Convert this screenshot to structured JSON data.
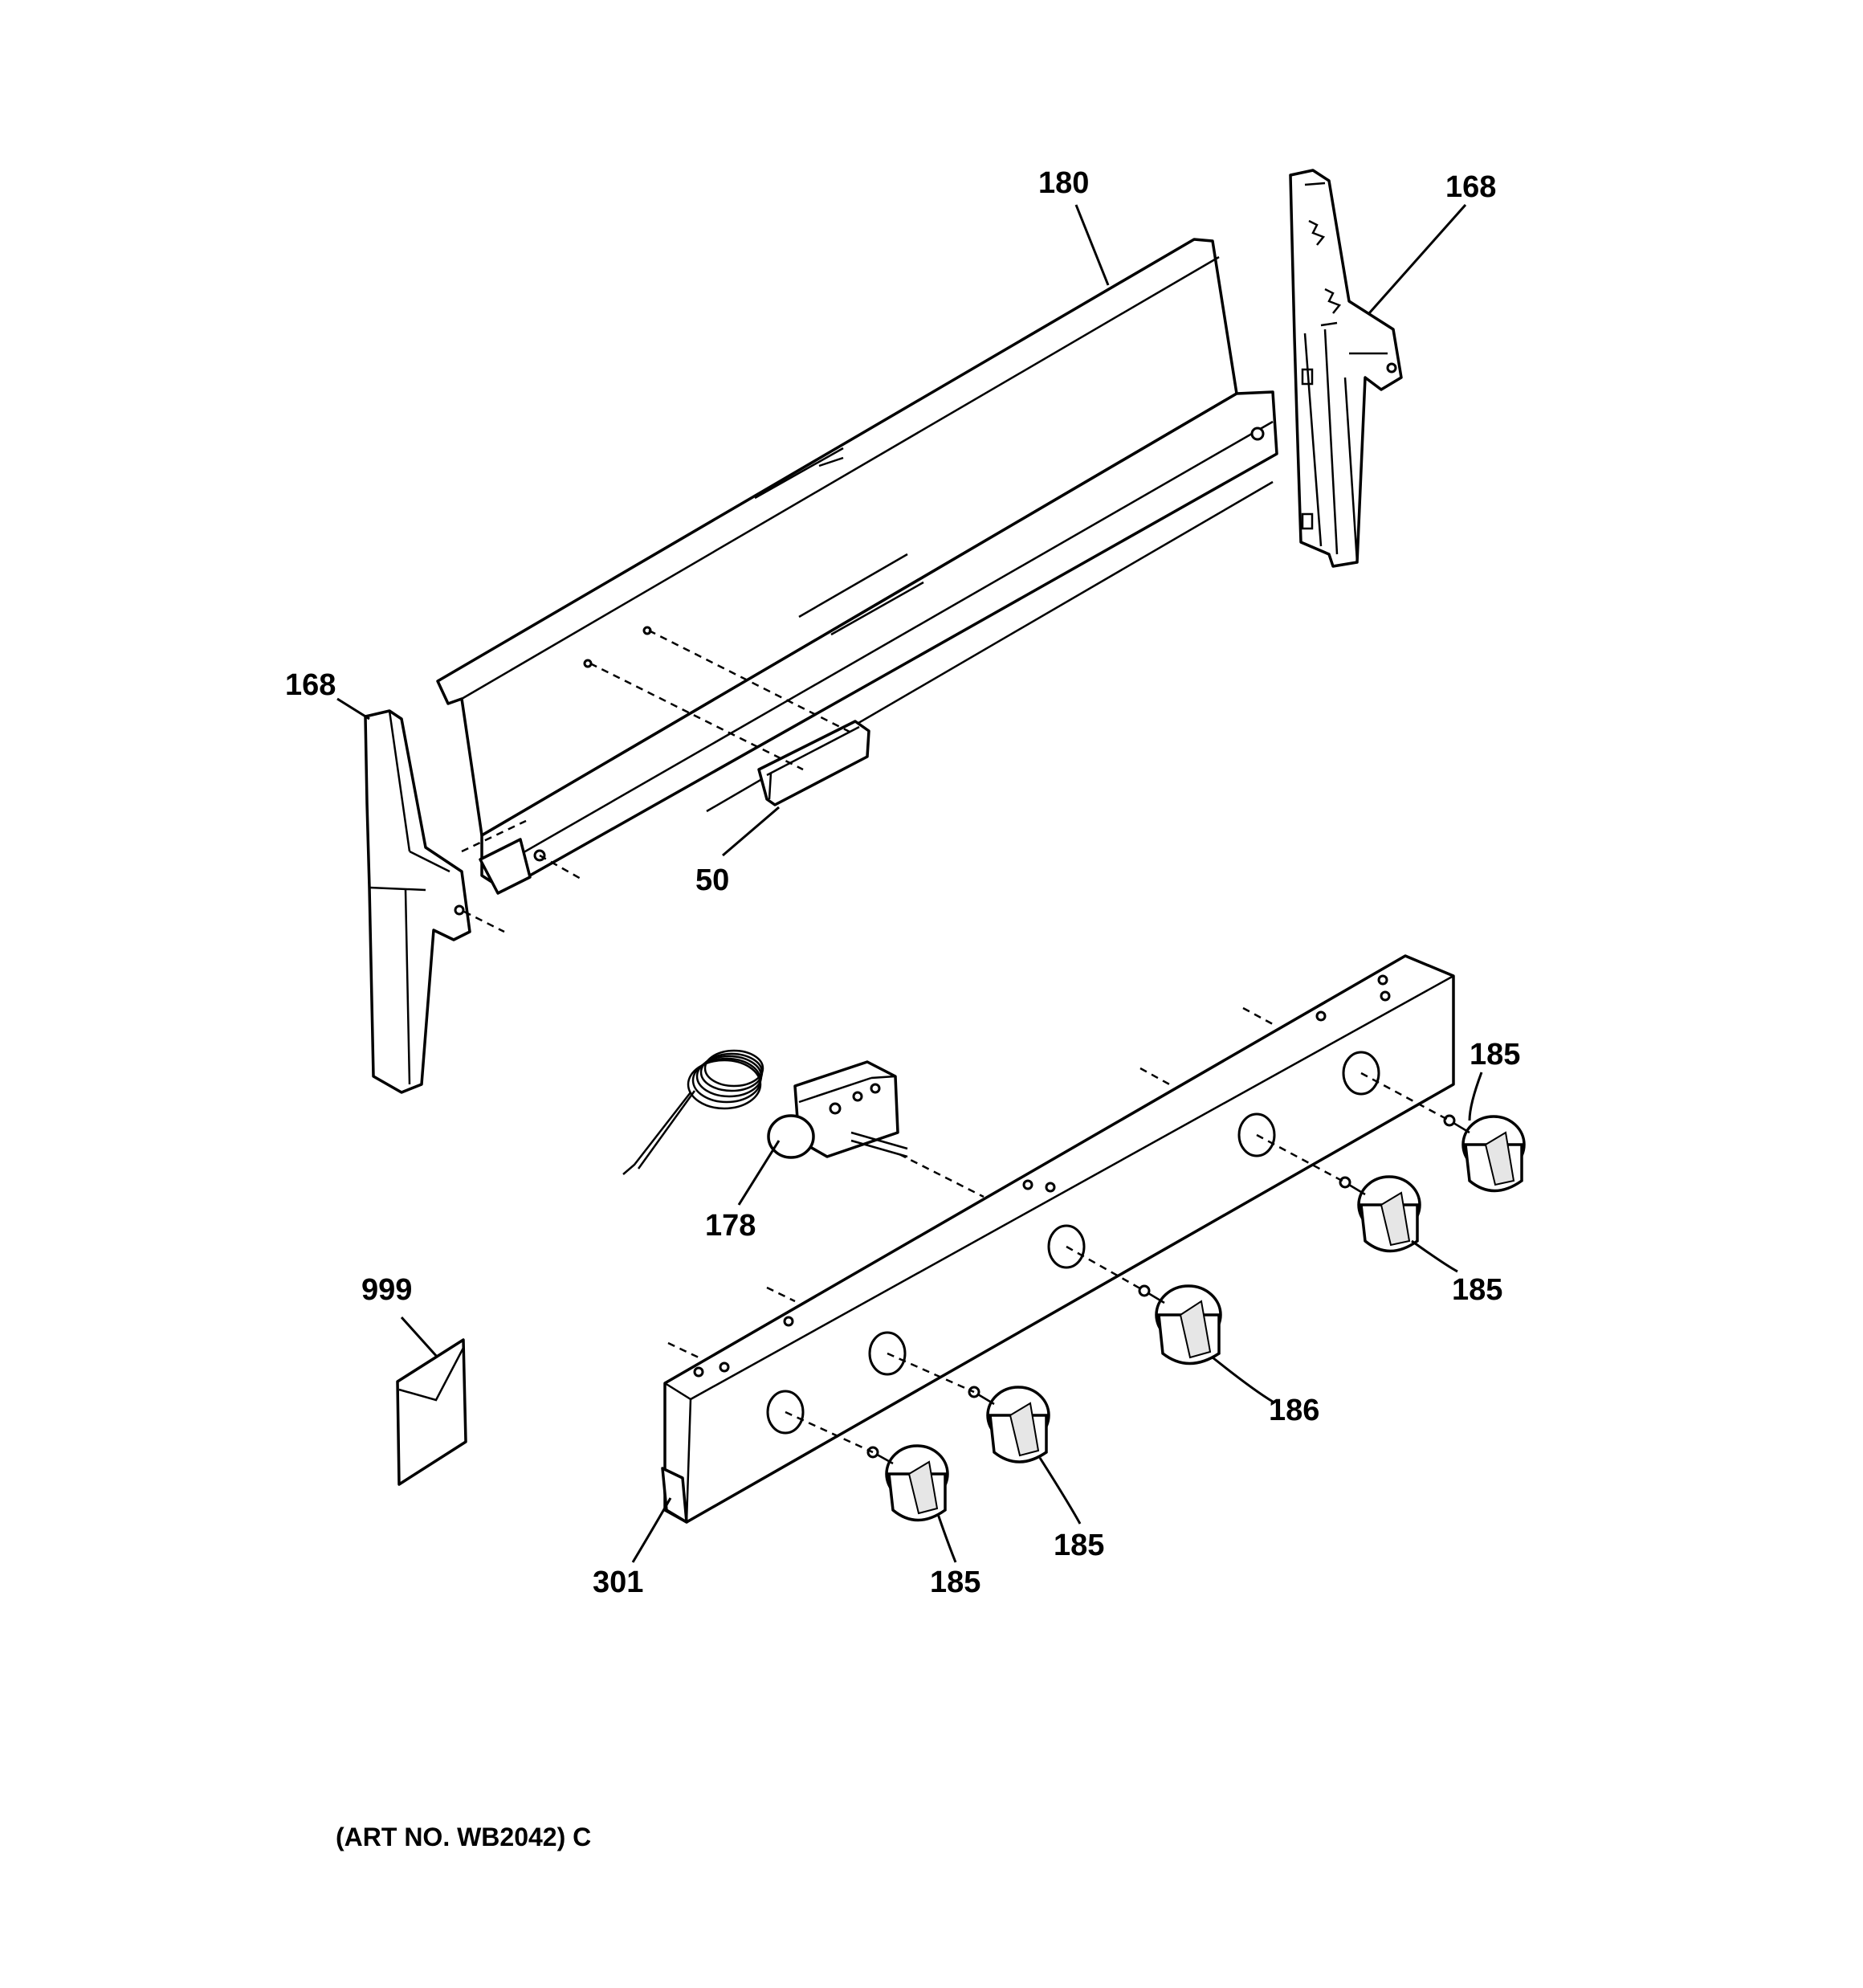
{
  "diagram": {
    "art_number": "(ART NO. WB2042) C",
    "callouts": [
      {
        "id": "c180",
        "label": "180"
      },
      {
        "id": "c168-right",
        "label": "168"
      },
      {
        "id": "c168-left",
        "label": "168"
      },
      {
        "id": "c50",
        "label": "50"
      },
      {
        "id": "c185-a",
        "label": "185"
      },
      {
        "id": "c178",
        "label": "178"
      },
      {
        "id": "c185-b",
        "label": "185"
      },
      {
        "id": "c999",
        "label": "999"
      },
      {
        "id": "c186",
        "label": "186"
      },
      {
        "id": "c185-c",
        "label": "185"
      },
      {
        "id": "c301",
        "label": "301"
      },
      {
        "id": "c185-d",
        "label": "185"
      }
    ]
  }
}
